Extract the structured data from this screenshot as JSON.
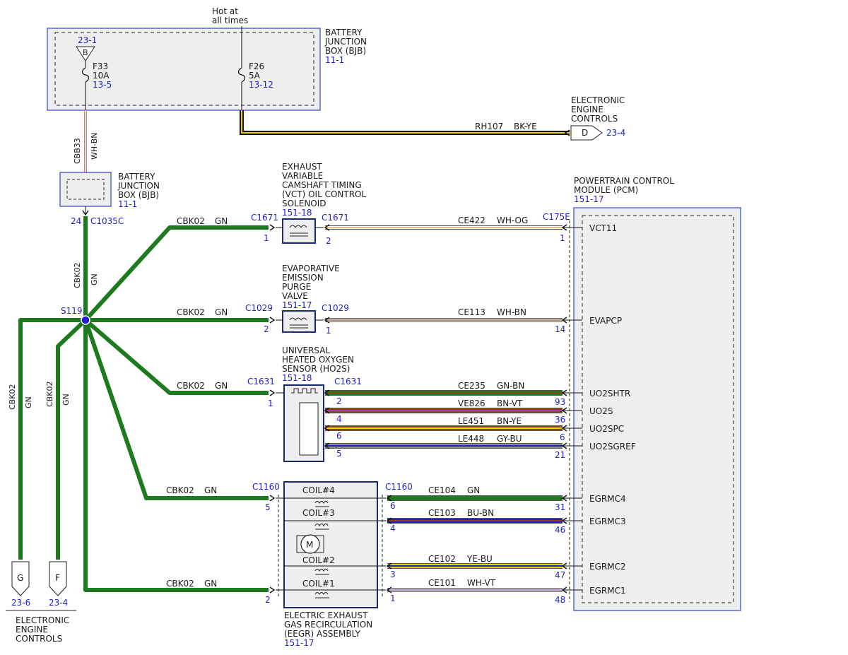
{
  "colors": {
    "ref": "#1f1fd0",
    "gn": "#1e7a1e",
    "bk": "#111111",
    "ye": "#e8d200",
    "module_fill": "#eeeeee",
    "module_border": "#3344cc"
  },
  "top": {
    "hot": "Hot at",
    "hot2": "all times"
  },
  "bjb_top": {
    "title": [
      "BATTERY",
      "JUNCTION",
      "BOX (BJB)"
    ],
    "ref": "11-1",
    "b_ref": "23-1",
    "b_letter": "B",
    "f33": {
      "name": "F33",
      "amp": "10A",
      "ref": "13-5"
    },
    "f26": {
      "name": "F26",
      "amp": "5A",
      "ref": "13-12"
    }
  },
  "eec_top": {
    "title": [
      "ELECTRONIC",
      "ENGINE",
      "CONTROLS"
    ],
    "letter": "D",
    "ref": "23-4"
  },
  "wire_rh107": {
    "circuit": "RH107",
    "color": "BK-YE"
  },
  "wire_cbb33": {
    "circuit": "CBB33",
    "color": "WH-BN"
  },
  "bjb_small": {
    "title": [
      "BATTERY",
      "JUNCTION",
      "BOX (BJB)"
    ],
    "ref": "11-1"
  },
  "c1035": {
    "pin": "24",
    "name": "C1035C"
  },
  "splice": {
    "name": "S119"
  },
  "wire_cbk02": {
    "circuit": "CBK02",
    "color": "GN"
  },
  "vct": {
    "title": [
      "EXHAUST",
      "VARIABLE",
      "CAMSHAFT TIMING",
      "(VCT) OIL CONTROL",
      "SOLENOID"
    ],
    "ref": "151-18",
    "c_left": "C1671",
    "pin_left": "1",
    "c_right": "C1671",
    "pin_right": "2"
  },
  "evap": {
    "title": [
      "EVAPORATIVE",
      "EMISSION",
      "PURGE",
      "VALVE"
    ],
    "ref": "151-17",
    "c_left": "C1029",
    "pin_left": "2",
    "c_right": "C1029",
    "pin_right": "1"
  },
  "ho2s": {
    "title": [
      "UNIVERSAL",
      "HEATED OXYGEN",
      "SENSOR (HO2S)"
    ],
    "ref": "151-18",
    "c_left": "C1631",
    "pin_left": "1",
    "c_right": "C1631"
  },
  "eegr": {
    "title": [
      "ELECTRIC EXHAUST",
      "GAS RECIRCULATION",
      "(EEGR) ASSEMBLY"
    ],
    "ref": "151-17",
    "c_left": "C1160",
    "c_right": "C1160",
    "pin_l1": "5",
    "pin_l2": "2",
    "coil4": "COIL#4",
    "coil3": "COIL#3",
    "coil2": "COIL#2",
    "coil1": "COIL#1",
    "motor": "M"
  },
  "pcm": {
    "title": [
      "POWERTRAIN CONTROL",
      "MODULE (PCM)"
    ],
    "ref": "151-17",
    "c175e": "C175E"
  },
  "signals": [
    {
      "circuit": "CE422",
      "color": "WH-OG",
      "pin": "1",
      "name": "VCT11"
    },
    {
      "circuit": "CE113",
      "color": "WH-BN",
      "pin": "14",
      "name": "EVAPCP"
    },
    {
      "circuit": "CE235",
      "color": "GN-BN",
      "pin": "93",
      "name": "UO2SHTR",
      "lpin": "2"
    },
    {
      "circuit": "VE826",
      "color": "BN-VT",
      "pin": "36",
      "name": "UO2S",
      "lpin": "4"
    },
    {
      "circuit": "LE451",
      "color": "BN-YE",
      "pin": "6",
      "name": "UO2SPC",
      "lpin": "6"
    },
    {
      "circuit": "LE448",
      "color": "GY-BU",
      "pin": "21",
      "name": "UO2SGREF",
      "lpin": "5"
    },
    {
      "circuit": "CE104",
      "color": "GN",
      "pin": "31",
      "name": "EGRMC4",
      "lpin": "6"
    },
    {
      "circuit": "CE103",
      "color": "BU-BN",
      "pin": "46",
      "name": "EGRMC3",
      "lpin": "4"
    },
    {
      "circuit": "CE102",
      "color": "YE-BU",
      "pin": "47",
      "name": "EGRMC2",
      "lpin": "3"
    },
    {
      "circuit": "CE101",
      "color": "WH-VT",
      "pin": "48",
      "name": "EGRMC1",
      "lpin": "1"
    }
  ],
  "eec_g": {
    "letter": "G",
    "ref": "23-6"
  },
  "eec_f": {
    "letter": "F",
    "ref": "23-4"
  },
  "eec_bottom": {
    "title": [
      "ELECTRONIC",
      "ENGINE",
      "CONTROLS"
    ]
  }
}
